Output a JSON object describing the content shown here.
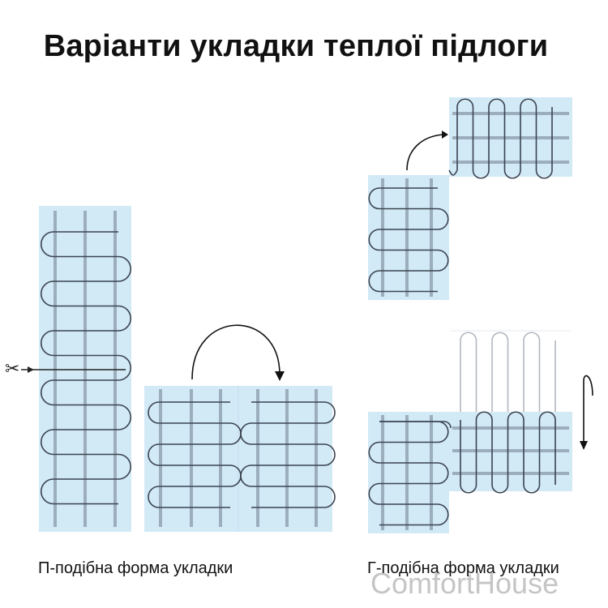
{
  "title": "Варіанти укладки теплої підлоги",
  "captions": {
    "u_shape": "П-подібна форма укладки",
    "l_shape": "Г-подібна форма укладки"
  },
  "watermark": "ComfortHouse",
  "icons": {
    "scissors": "scissors-icon",
    "curved_arrow": "curved-arrow-icon",
    "down_arrow": "down-arrow-icon"
  },
  "colors": {
    "mat": "#d2e9f6",
    "cable": "#3b4450",
    "strip": "#8a9aaa",
    "faded_cable": "#b2b7bd"
  }
}
